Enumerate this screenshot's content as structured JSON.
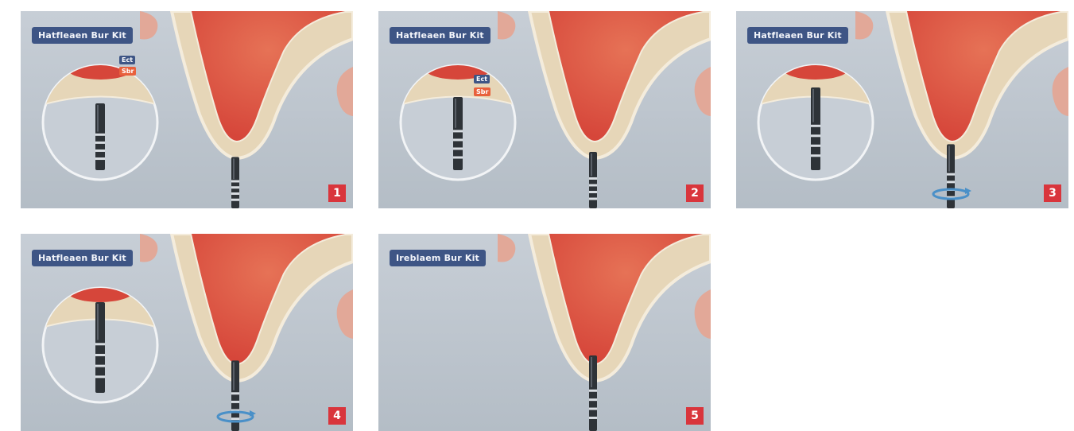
{
  "colors": {
    "background": "#b4bdc6",
    "background_light": "#c7ced6",
    "sinus": "#d6463a",
    "sinus_light": "#e67256",
    "bone": "#e6d6b8",
    "bone_outline": "#f4ecdc",
    "membrane": "#e2a898",
    "drill_dark": "#2e3338",
    "drill_mid": "#5a6068",
    "drill_light": "#d8dde2",
    "label_bg": "#3e5585",
    "badge_bg": "#d9353c",
    "rotation_arrow": "#4a90c8",
    "tag_orange": "#e8603c"
  },
  "kit_name": "Hatfleaen Bur Kit",
  "kit_name_alt": "Ireblaem Bur Kit",
  "inset_tags": [
    "Ect",
    "Sbr"
  ],
  "panels": [
    {
      "step": "1",
      "drill_depth": 0.05,
      "inset": true,
      "rotation": false,
      "tags": true,
      "kit": "Hatfleaen Bur Kit"
    },
    {
      "step": "2",
      "drill_depth": 0.25,
      "inset": true,
      "rotation": false,
      "tags": true,
      "kit": "Hatfleaen Bur Kit"
    },
    {
      "step": "3",
      "drill_depth": 0.55,
      "inset": true,
      "rotation": true,
      "tags": false,
      "kit": "Hatfleaen Bur Kit"
    },
    {
      "step": "4",
      "drill_depth": 0.8,
      "inset": true,
      "rotation": true,
      "tags": false,
      "kit": "Hatfleaen Bur Kit"
    },
    {
      "step": "5",
      "drill_depth": 1.0,
      "inset": false,
      "rotation": false,
      "tags": false,
      "kit": "Ireblaem Bur Kit"
    }
  ],
  "icons": [
    "drill-icon",
    "rotation-arrow-icon",
    "sinus-cavity-icon",
    "magnifier-inset-icon"
  ]
}
